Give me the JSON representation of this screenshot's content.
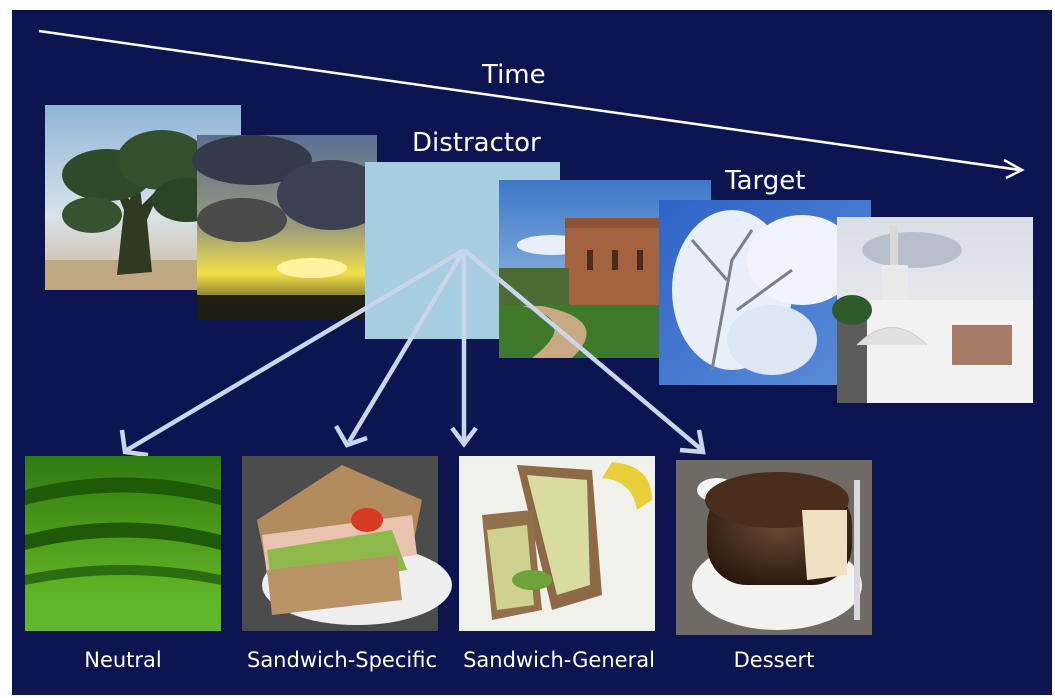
{
  "labels": {
    "time": "Time",
    "distractor": "Distractor",
    "target": "Target"
  },
  "categories": [
    {
      "label": "Neutral"
    },
    {
      "label": "Sandwich-Specific"
    },
    {
      "label": "Sandwich-General"
    },
    {
      "label": "Dessert"
    }
  ],
  "colors": {
    "background": "#0d1550",
    "distractor_box": "#a7cde0",
    "arrow": "#c9d6ea",
    "time_arrow": "#ffffff"
  }
}
